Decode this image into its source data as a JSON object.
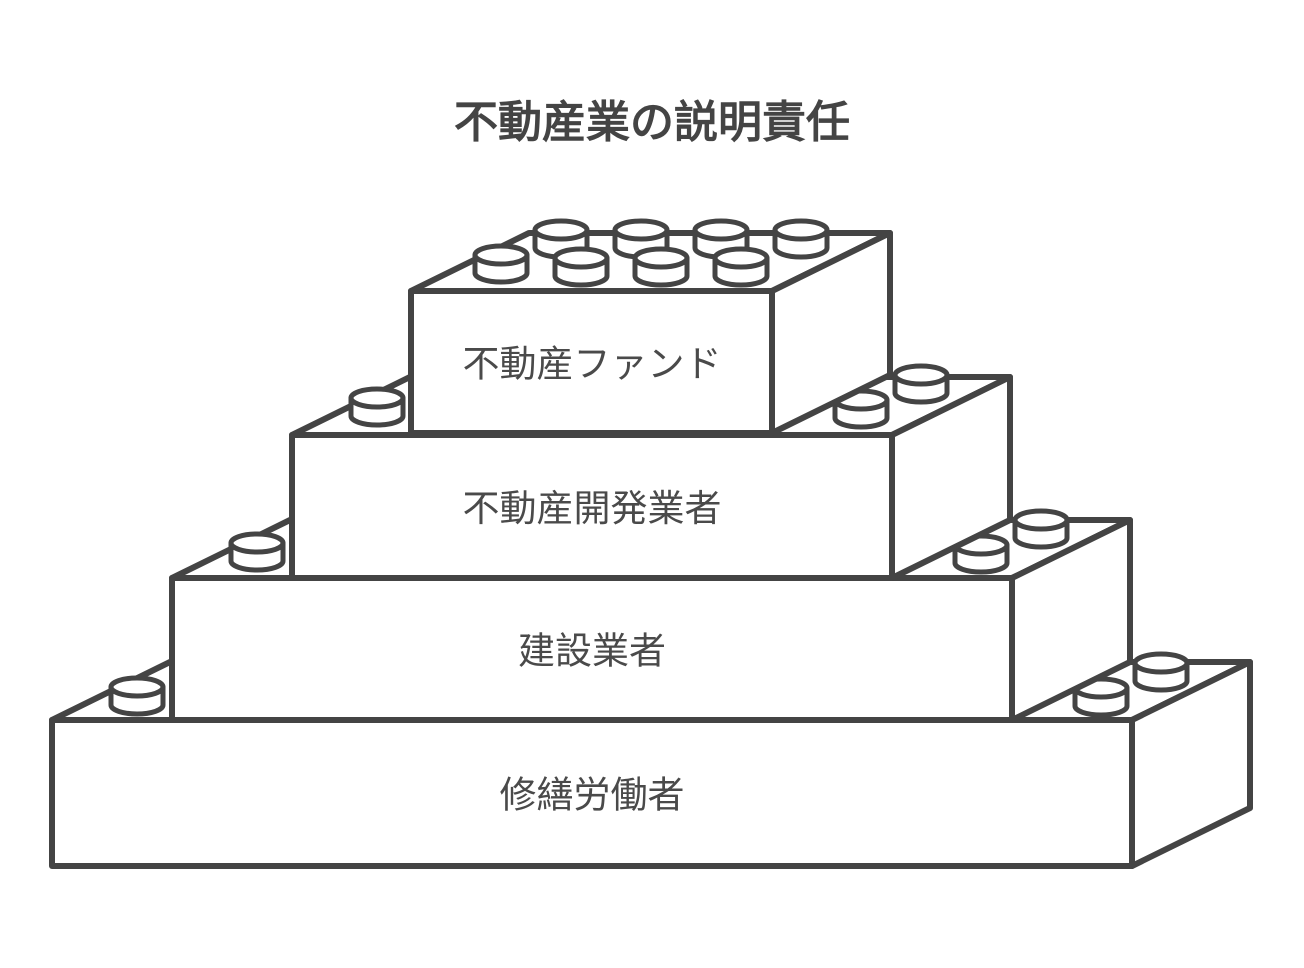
{
  "title": "不動産業の説明責任",
  "layers": [
    {
      "label": "修繕労働者"
    },
    {
      "label": "建設業者"
    },
    {
      "label": "不動産開発業者"
    },
    {
      "label": "不動産ファンド"
    }
  ],
  "colors": {
    "stroke": "#444444",
    "fill": "#ffffff",
    "text": "#4a4a4a"
  }
}
